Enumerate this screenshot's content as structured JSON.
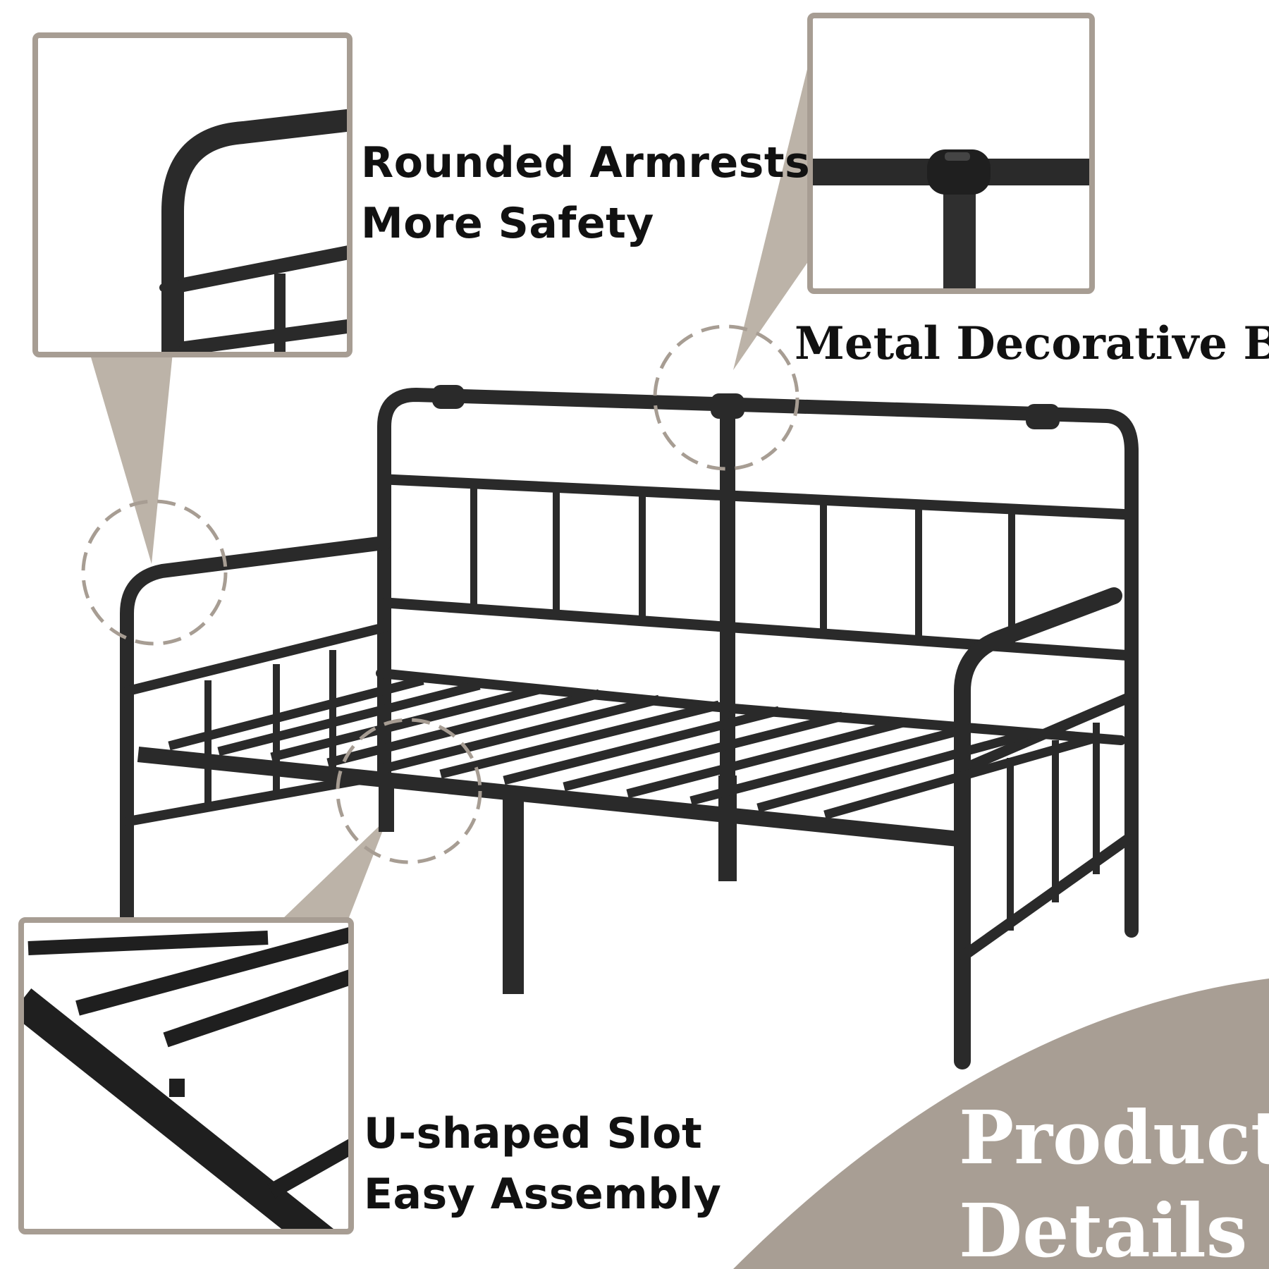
{
  "callouts": {
    "armrests": {
      "line1": "Rounded Armrests",
      "line2": "More Safety"
    },
    "decorative_ball": {
      "label": "Metal Decorative Ball"
    },
    "slot": {
      "line1": "U-shaped Slot",
      "line2": "Easy Assembly"
    }
  },
  "banner": {
    "line1": "Product",
    "line2": "Details"
  },
  "colors": {
    "background": "#ffffff",
    "frame_border": "#a79d93",
    "pointer": "#bcb3a8",
    "banner": "#a89e94",
    "metal": "#2a2a2a",
    "text": "#111111",
    "banner_text": "#ffffff"
  },
  "icons": [
    "magnifier-circle",
    "zoom-pointer"
  ]
}
